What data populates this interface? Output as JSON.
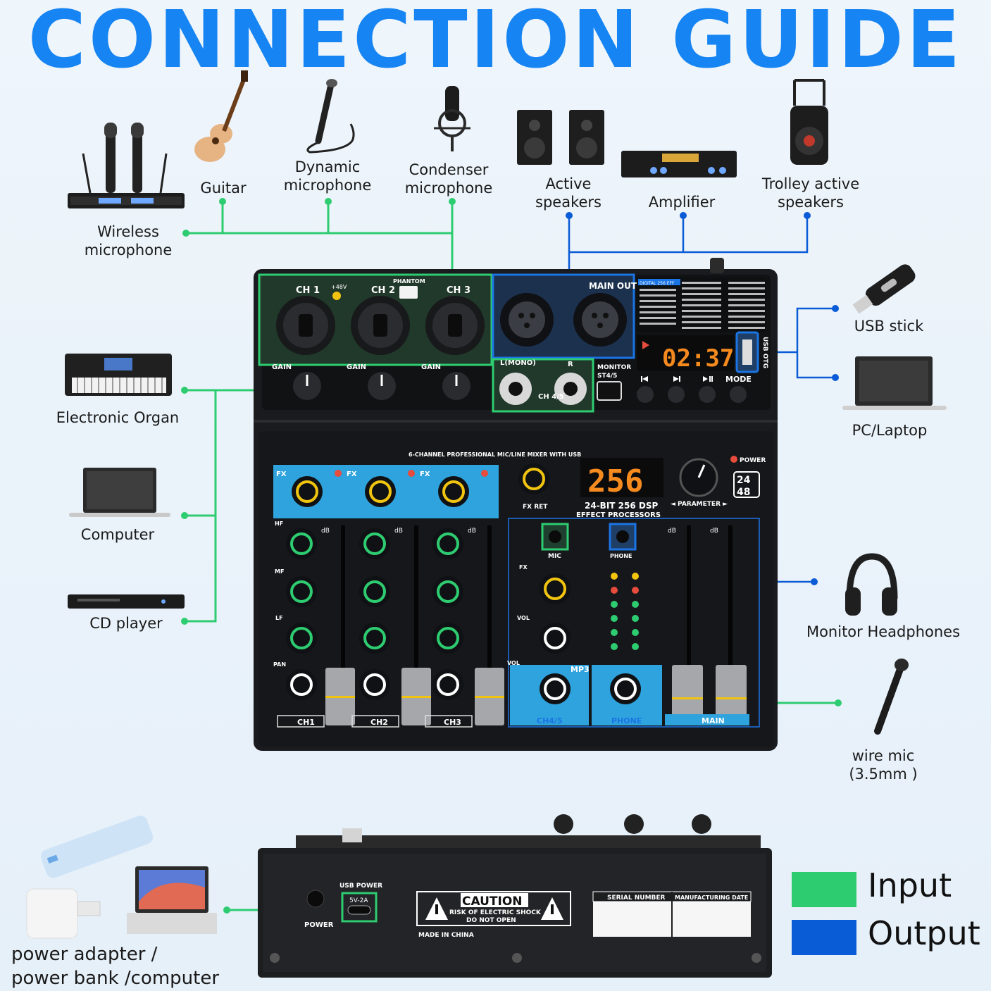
{
  "title": "CONNECTION GUIDE",
  "inputs": {
    "wireless_mic": [
      "Wireless",
      "microphone"
    ],
    "guitar": "Guitar",
    "dynamic_mic": [
      "Dynamic",
      "microphone"
    ],
    "condenser_mic": [
      "Condenser",
      "microphone"
    ],
    "electronic_organ": "Electronic Organ",
    "computer": "Computer",
    "cd_player": "CD player",
    "wire_mic": [
      "wire mic",
      "(3.5mm )"
    ],
    "power": [
      "power adapter /",
      "power bank /computer"
    ]
  },
  "outputs": {
    "active_speakers": [
      "Active",
      "speakers"
    ],
    "amplifier": "Amplifier",
    "trolley_speakers": [
      "Trolley active",
      "speakers"
    ],
    "usb_stick": "USB stick",
    "pc_laptop": "PC/Laptop",
    "headphones": "Monitor Headphones"
  },
  "legend": {
    "input_label": "Input",
    "output_label": "Output",
    "input_color": "#2ecc71",
    "output_color": "#0a5bd6"
  },
  "mixer": {
    "ch1": "CH 1",
    "ch2": "CH 2",
    "ch3": "CH 3",
    "plus48": "+48V",
    "phantom": "PHANTOM",
    "main_out": "MAIN OUT",
    "gain": "GAIN",
    "l_mono": "L(MONO)",
    "r": "R",
    "ch45": "CH 4/5",
    "monitor": "MONITOR",
    "st45": "ST4/5",
    "usb_otg": "USB OTG",
    "player_time": "02:37",
    "mode": "MODE",
    "digital": "DIGITAL 256 EFF",
    "desc": "6-CHANNEL PROFESSIONAL MIC/LINE MIXER WITH USB",
    "fx": "FX",
    "fx_ret": "FX RET",
    "dsp_value": "256",
    "dsp_label": "24-BIT 256 DSP",
    "effect_proc": "EFFECT PROCESSORS",
    "parameter": "◄ PARAMETER ►",
    "power": "POWER",
    "bit": "24",
    "khz": "48",
    "hf": "HF",
    "mf": "MF",
    "lf": "LF",
    "pan": "PAN",
    "db": "dB",
    "mic": "MIC",
    "phone": "PHONE",
    "vol": "VOL",
    "mp3": "MP3",
    "strip_ch1": "CH1",
    "strip_ch2": "CH2",
    "strip_ch3": "CH3",
    "strip_ch45": "CH4/5",
    "strip_phone": "PHONE",
    "strip_main": "MAIN"
  },
  "back_panel": {
    "usb_power": "USB POWER",
    "usb_rating": "5V-2A",
    "power": "POWER",
    "caution": "CAUTION",
    "risk": "RISK OF ELECTRIC SHOCK",
    "do_not_open": "DO NOT OPEN",
    "made_in": "MADE IN CHINA",
    "serial": "SERIAL NUMBER",
    "mfg_date": "MANUFACTURING DATE"
  }
}
